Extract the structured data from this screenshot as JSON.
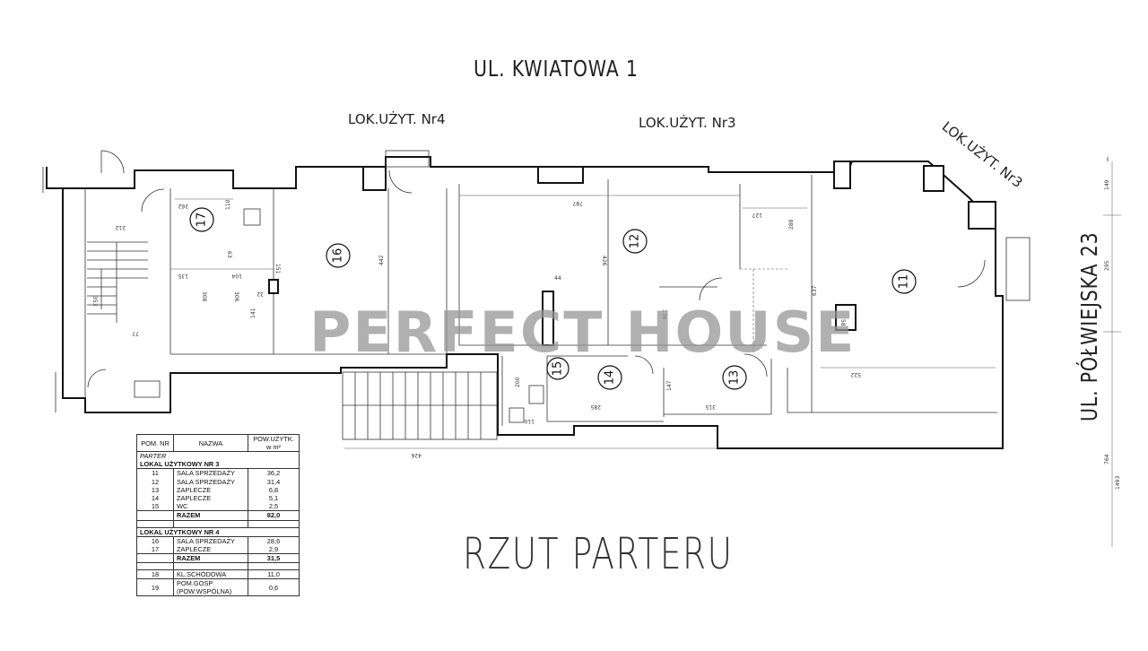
{
  "labels": {
    "street_top": "UL. KWIATOWA 1",
    "unit_4": "LOK.UŻYT. Nr4",
    "unit_3": "LOK.UŻYT. Nr3",
    "unit_3_corner": "LOK.UŻYT. Nr3",
    "street_right": "UL. PÓŁWIEJSKA 23",
    "drawing_title": "RZUT PARTERU",
    "watermark": "PERFECT HOUSE"
  },
  "rooms": [
    "11",
    "12",
    "13",
    "14",
    "15",
    "16",
    "17"
  ],
  "table": {
    "header": {
      "col_nr": "POM. NR",
      "col_name": "NAZWA",
      "col_area": "POW.UŻYTK.",
      "col_unit": "w m²"
    },
    "floor": "PARTER",
    "groups": [
      {
        "title": "LOKAL UŻYTKOWY NR 3",
        "rows": [
          {
            "nr": "11",
            "name": "SALA SPRZEDAŻY",
            "area": "36,2"
          },
          {
            "nr": "12",
            "name": "SALA SPRZEDAŻY",
            "area": "31,4"
          },
          {
            "nr": "13",
            "name": "ZAPLECZE",
            "area": "6,8"
          },
          {
            "nr": "14",
            "name": "ZAPLECZE",
            "area": "5,1"
          },
          {
            "nr": "15",
            "name": "WC",
            "area": "2,5"
          }
        ],
        "total_label": "RAZEM",
        "total": "82,0"
      },
      {
        "title": "LOKAL UŻYTKOWY NR 4",
        "rows": [
          {
            "nr": "16",
            "name": "SALA SPRZEDAŻY",
            "area": "28,6"
          },
          {
            "nr": "17",
            "name": "ZAPLECZE",
            "area": "2,9"
          }
        ],
        "total_label": "RAZEM",
        "total": "31,5"
      }
    ],
    "others": [
      {
        "nr": "18",
        "name": "KL.SCHODOWA",
        "area": "11,0"
      },
      {
        "nr": "19",
        "name": "POM.GOSP",
        "name2": "(POW.WSPÓLNA)",
        "area": "0,6"
      }
    ]
  },
  "dimensions": [
    "212",
    "262",
    "110",
    "353",
    "77",
    "135",
    "308",
    "104",
    "63",
    "151",
    "306",
    "141",
    "32",
    "442",
    "787",
    "426",
    "44",
    "136",
    "127",
    "288",
    "637",
    "58",
    "522",
    "200",
    "285",
    "147",
    "315",
    "110",
    "426",
    "149",
    "295",
    "764",
    "1493"
  ]
}
